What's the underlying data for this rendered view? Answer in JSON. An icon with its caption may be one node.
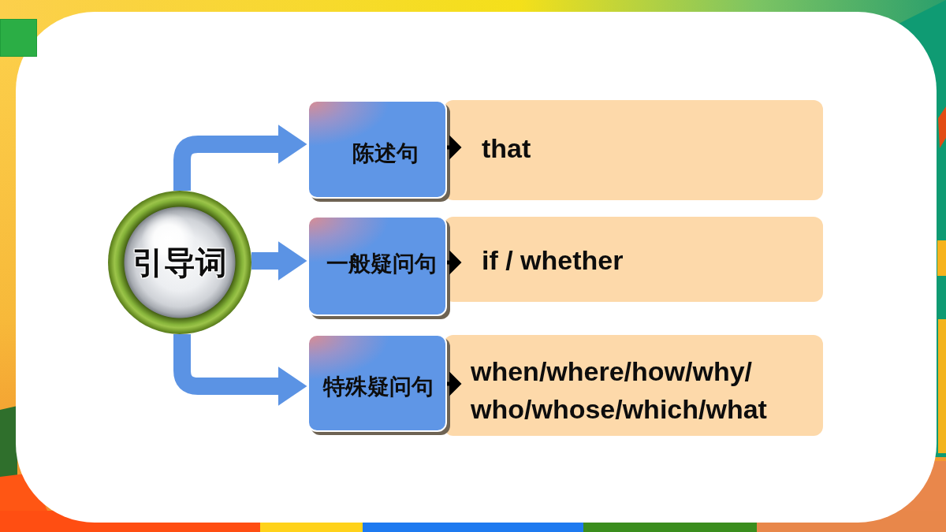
{
  "diagram": {
    "nodes": [
      {
        "text": [
          "引导词"
        ]
      },
      {
        "text": [
          "陈述句"
        ]
      },
      {
        "text": [
          "that"
        ]
      },
      {
        "text": [
          "一般疑问句"
        ]
      },
      {
        "text": [
          "if / whether"
        ]
      },
      {
        "text": [
          "特殊疑问句"
        ]
      },
      {
        "text": [
          "when/where/how/why/ who/whose/which/what"
        ]
      }
    ],
    "edges": [
      {
        "from": 0,
        "to": 1,
        "arrow": "to",
        "style": "thick",
        "color": "#5b93e4"
      },
      {
        "from": 0,
        "to": 3,
        "arrow": "to",
        "style": "thick",
        "color": "#5b93e4"
      },
      {
        "from": 0,
        "to": 5,
        "arrow": "to",
        "style": "thick",
        "color": "#5b93e4"
      },
      {
        "from": 1,
        "to": 2,
        "arrow": "to",
        "color": "#000000"
      },
      {
        "from": 3,
        "to": 4,
        "arrow": "to",
        "color": "#000000"
      },
      {
        "from": 5,
        "to": 6,
        "arrow": "to",
        "color": "#000000"
      }
    ]
  }
}
